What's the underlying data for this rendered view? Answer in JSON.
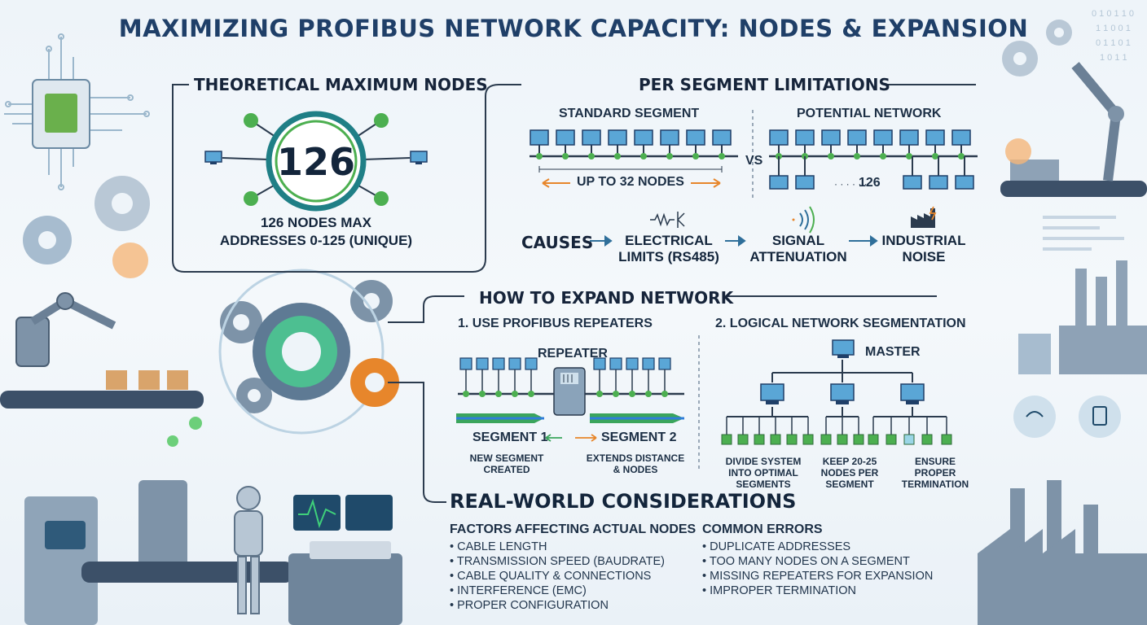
{
  "title": "MAXIMIZING PROFIBUS NETWORK CAPACITY: NODES & EXPANSION",
  "theoretical": {
    "heading": "THEORETICAL MAXIMUM NODES",
    "number": "126",
    "line1": "126 NODES MAX",
    "line2": "ADDRESSES 0-125 (UNIQUE)"
  },
  "segment": {
    "heading": "PER SEGMENT LIMITATIONS",
    "standard_label": "STANDARD SEGMENT",
    "potential_label": "POTENTIAL NETWORK",
    "vs": "VS",
    "up_to": "UP TO 32 NODES",
    "potential_count": "126",
    "causes_label": "CAUSES",
    "causes": [
      "ELECTRICAL LIMITS (RS485)",
      "SIGNAL ATTENUATION",
      "INDUSTRIAL NOISE"
    ]
  },
  "expand": {
    "heading": "HOW TO EXPAND NETWORK",
    "step1": "1. USE PROFIBUS REPEATERS",
    "repeater": "REPEATER",
    "segment1": "SEGMENT 1",
    "segment2": "SEGMENT 2",
    "seg1_note": "NEW SEGMENT CREATED",
    "seg2_note": "EXTENDS DISTANCE & NODES",
    "step2": "2. LOGICAL NETWORK SEGMENTATION",
    "master": "MASTER",
    "notes": [
      "DIVIDE SYSTEM INTO OPTIMAL SEGMENTS",
      "KEEP 20-25 NODES PER SEGMENT",
      "ENSURE PROPER TERMINATION"
    ]
  },
  "realworld": {
    "heading": "REAL-WORLD CONSIDERATIONS",
    "factors_title": "FACTORS AFFECTING ACTUAL NODES",
    "factors": [
      "CABLE LENGTH",
      "TRANSMISSION SPEED (BAUDRATE)",
      "CABLE QUALITY & CONNECTIONS",
      "INTERFERENCE (EMC)",
      "PROPER CONFIGURATION"
    ],
    "errors_title": "COMMON ERRORS",
    "errors": [
      "DUPLICATE ADDRESSES",
      "TOO MANY NODES ON A SEGMENT",
      "MISSING REPEATERS FOR EXPANSION",
      "IMPROPER TERMINATION"
    ]
  },
  "colors": {
    "navy": "#1f3f68",
    "teal": "#1b8a8c",
    "green": "#4caf50",
    "blue_node": "#5aa6d6",
    "orange": "#e7862b",
    "line": "#2b3b4e"
  },
  "icons": [
    "circuit-chip-icon",
    "gear-icon",
    "robot-arm-icon",
    "conveyor-icon",
    "humanoid-robot-icon",
    "monitor-icon",
    "factory-icon",
    "wifi-icon",
    "computer-icon",
    "repeater-icon",
    "noise-icon"
  ]
}
